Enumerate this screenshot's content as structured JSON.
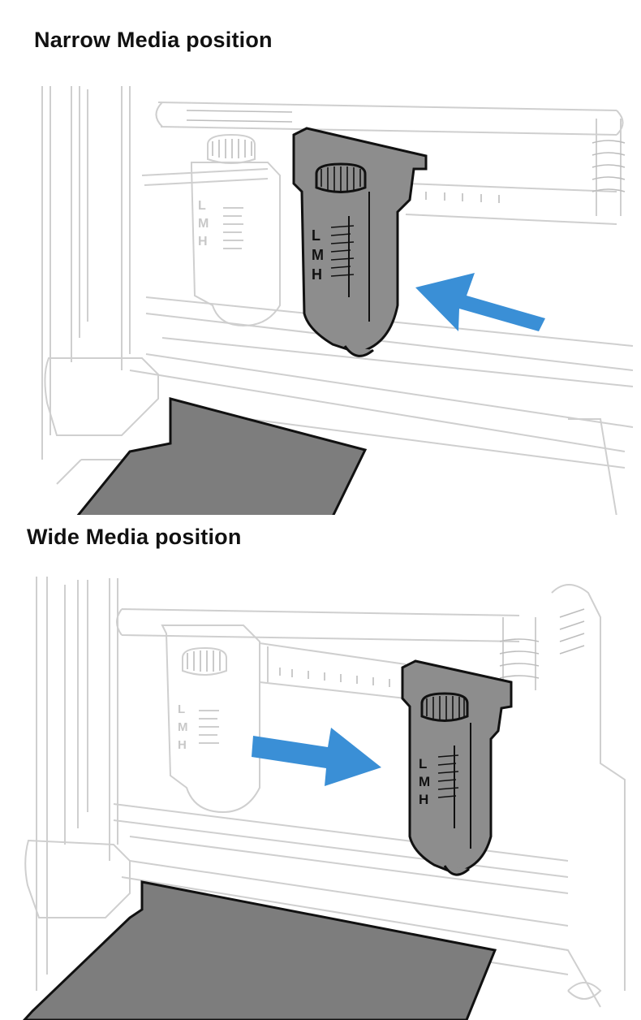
{
  "headings": {
    "narrow": "Narrow Media position",
    "wide": "Wide Media position"
  },
  "scale_labels": {
    "l": "L",
    "m": "M",
    "h": "H"
  },
  "colors": {
    "arrow": "#3a8fd6",
    "adjuster_fill": "#8d8d8d",
    "media_fill": "#7d7d7d",
    "outline": "#111111",
    "ghost_line": "#cfcfcf"
  },
  "arrows": {
    "narrow": "left-arrow-icon",
    "wide": "right-arrow-icon"
  }
}
